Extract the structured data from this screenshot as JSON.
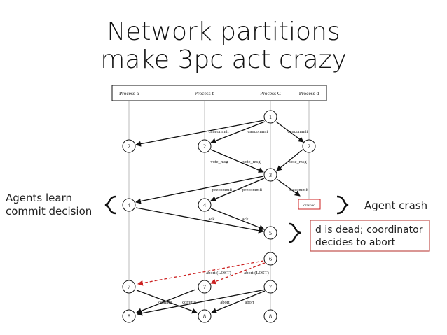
{
  "slide": {
    "title_line1": "Network partitions",
    "title_line2": "make 3pc act crazy"
  },
  "processes": [
    "Process a",
    "Process b",
    "Process C",
    "Process d"
  ],
  "state_nodes": [
    {
      "id": "c1",
      "label": "1"
    },
    {
      "id": "a2",
      "label": "2"
    },
    {
      "id": "b2",
      "label": "2"
    },
    {
      "id": "d2",
      "label": "2"
    },
    {
      "id": "c3",
      "label": "3"
    },
    {
      "id": "a4",
      "label": "4"
    },
    {
      "id": "b4",
      "label": "4"
    },
    {
      "id": "c5",
      "label": "5"
    },
    {
      "id": "c6",
      "label": "6"
    },
    {
      "id": "a7",
      "label": "7"
    },
    {
      "id": "b7",
      "label": "7"
    },
    {
      "id": "c7",
      "label": "7"
    },
    {
      "id": "a8",
      "label": "8"
    },
    {
      "id": "b8",
      "label": "8"
    },
    {
      "id": "c8",
      "label": "8"
    }
  ],
  "crashed_label": "crashed",
  "messages": {
    "cancommit": "cancommit",
    "vote_msg": "vote_msg",
    "precommit": "precommit",
    "ack": "ack",
    "abort_lost": "abort (LOST)",
    "commit": "commit",
    "abort": "abort"
  },
  "annotations": {
    "agents_learn": "Agents learn\ncommit decision",
    "agent_crash": "Agent crash",
    "d_is_dead": "d is dead; coordinator\ndecides to abort"
  },
  "colors": {
    "lost_message": "#cc2222",
    "callout_border": "#c0504d",
    "lifeline": "#bbbbbb",
    "ink": "#111111"
  }
}
